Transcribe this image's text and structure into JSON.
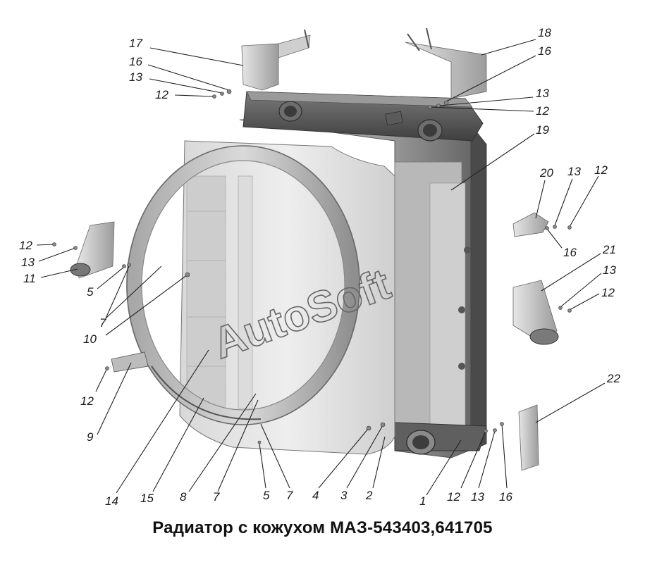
{
  "caption": "Радиатор с кожухом МАЗ-543403,641705",
  "watermark": "AutoSoft",
  "callouts": [
    {
      "id": "c17a",
      "text": "17"
    },
    {
      "id": "c16a",
      "text": "16"
    },
    {
      "id": "c13a",
      "text": "13"
    },
    {
      "id": "c12a",
      "text": "12"
    },
    {
      "id": "c18",
      "text": "18"
    },
    {
      "id": "c16b",
      "text": "16"
    },
    {
      "id": "c13b",
      "text": "13"
    },
    {
      "id": "c12b",
      "text": "12"
    },
    {
      "id": "c19",
      "text": "19"
    },
    {
      "id": "c20",
      "text": "20"
    },
    {
      "id": "c13c",
      "text": "13"
    },
    {
      "id": "c12c",
      "text": "12"
    },
    {
      "id": "c16c",
      "text": "16"
    },
    {
      "id": "c21",
      "text": "21"
    },
    {
      "id": "c13d",
      "text": "13"
    },
    {
      "id": "c12d",
      "text": "12"
    },
    {
      "id": "c22",
      "text": "22"
    },
    {
      "id": "c12e",
      "text": "12"
    },
    {
      "id": "c13e",
      "text": "13"
    },
    {
      "id": "c11",
      "text": "11"
    },
    {
      "id": "c5a",
      "text": "5"
    },
    {
      "id": "c7a",
      "text": "7"
    },
    {
      "id": "c10",
      "text": "10"
    },
    {
      "id": "c12f",
      "text": "12"
    },
    {
      "id": "c9",
      "text": "9"
    },
    {
      "id": "c14",
      "text": "14"
    },
    {
      "id": "c15",
      "text": "15"
    },
    {
      "id": "c8",
      "text": "8"
    },
    {
      "id": "c7b",
      "text": "7"
    },
    {
      "id": "c5b",
      "text": "5"
    },
    {
      "id": "c7c",
      "text": "7"
    },
    {
      "id": "c4",
      "text": "4"
    },
    {
      "id": "c3",
      "text": "3"
    },
    {
      "id": "c2",
      "text": "2"
    },
    {
      "id": "c1",
      "text": "1"
    },
    {
      "id": "c12g",
      "text": "12"
    },
    {
      "id": "c13f",
      "text": "13"
    },
    {
      "id": "c16d",
      "text": "16"
    }
  ]
}
